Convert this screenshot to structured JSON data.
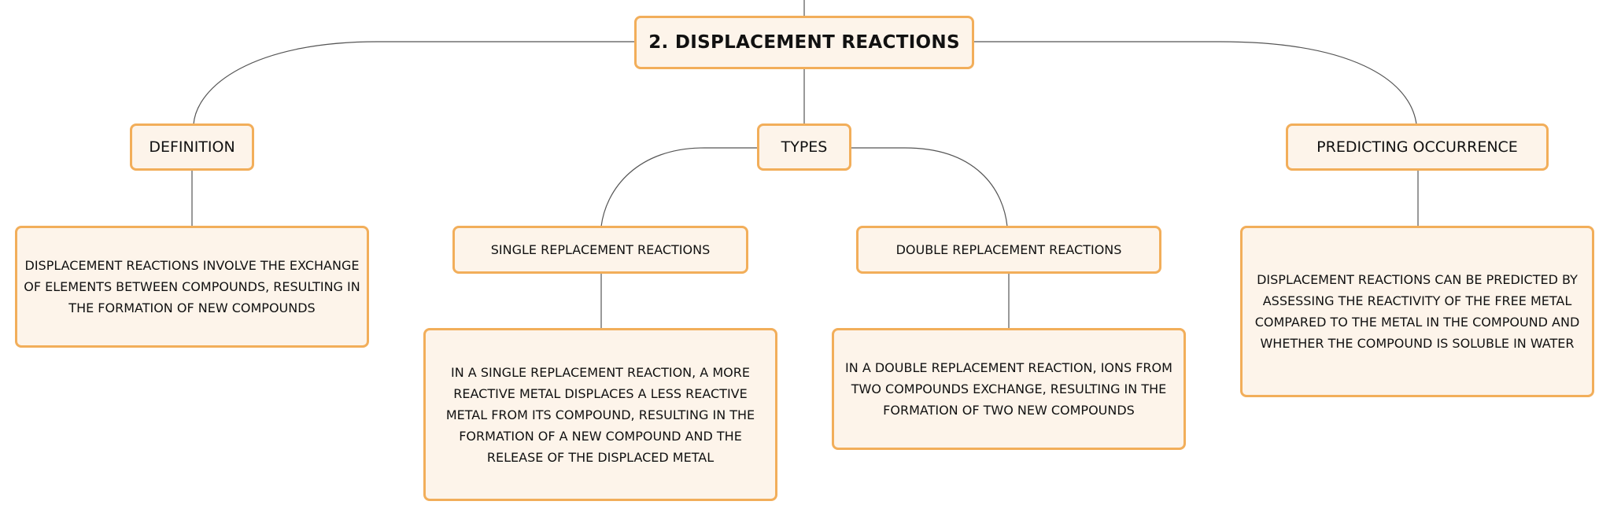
{
  "diagram": {
    "root": {
      "label": "2. DISPLACEMENT REACTIONS"
    },
    "definition": {
      "label": "DEFINITION",
      "detail": "DISPLACEMENT REACTIONS INVOLVE THE EXCHANGE OF ELEMENTS BETWEEN COMPOUNDS, RESULTING IN THE FORMATION OF NEW COMPOUNDS"
    },
    "types": {
      "label": "TYPES",
      "single": {
        "label": "SINGLE REPLACEMENT REACTIONS",
        "detail": "IN A SINGLE REPLACEMENT REACTION, A MORE REACTIVE METAL DISPLACES A LESS REACTIVE METAL FROM ITS COMPOUND, RESULTING IN THE FORMATION OF A NEW COMPOUND AND THE RELEASE OF THE DISPLACED METAL"
      },
      "double": {
        "label": "DOUBLE REPLACEMENT REACTIONS",
        "detail": "IN A DOUBLE REPLACEMENT REACTION, IONS FROM TWO COMPOUNDS EXCHANGE, RESULTING IN THE FORMATION OF TWO NEW COMPOUNDS"
      }
    },
    "predicting": {
      "label": "PREDICTING OCCURRENCE",
      "detail": "DISPLACEMENT REACTIONS CAN BE PREDICTED BY ASSESSING THE REACTIVITY OF THE FREE METAL COMPARED TO THE METAL IN THE COMPOUND AND WHETHER THE COMPOUND IS SOLUBLE IN WATER"
    }
  },
  "colors": {
    "node_fill": "#fdf4ea",
    "node_border": "#f2ae5a",
    "connector": "#555555",
    "text": "#111111"
  }
}
